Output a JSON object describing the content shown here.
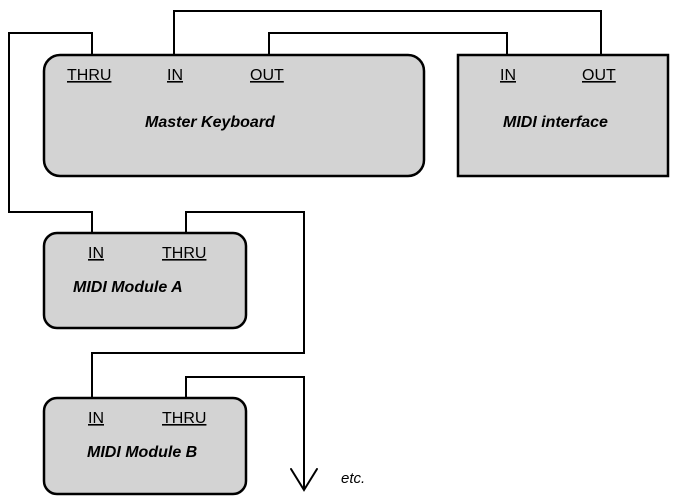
{
  "devices": {
    "master_keyboard": {
      "name": "Master Keyboard",
      "ports": {
        "thru": "THRU",
        "in": "IN",
        "out": "OUT"
      }
    },
    "midi_interface": {
      "name": "MIDI interface",
      "ports": {
        "in": "IN",
        "out": "OUT"
      }
    },
    "module_a": {
      "name": "MIDI Module A",
      "ports": {
        "in": "IN",
        "thru": "THRU"
      }
    },
    "module_b": {
      "name": "MIDI Module B",
      "ports": {
        "in": "IN",
        "thru": "THRU"
      }
    }
  },
  "continuation_label": "etc.",
  "connections": [
    {
      "from": "master_keyboard.out",
      "to": "midi_interface.in"
    },
    {
      "from": "midi_interface.out",
      "to": "master_keyboard.in"
    },
    {
      "from": "master_keyboard.thru",
      "to": "module_a.in"
    },
    {
      "from": "module_a.thru",
      "to": "module_b.in"
    },
    {
      "from": "module_b.thru",
      "to": "continuation"
    }
  ]
}
